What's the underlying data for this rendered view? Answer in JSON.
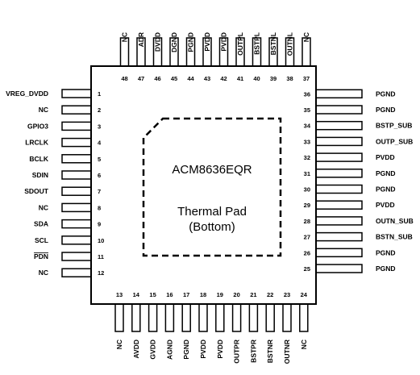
{
  "chip": {
    "part_number": "ACM8636EQR",
    "thermal_pad_line1": "Thermal Pad",
    "thermal_pad_line2": "(Bottom)"
  },
  "pins": {
    "left": [
      {
        "n": "1",
        "name": "VREG_DVDD"
      },
      {
        "n": "2",
        "name": "NC"
      },
      {
        "n": "3",
        "name": "GPIO3"
      },
      {
        "n": "4",
        "name": "LRCLK"
      },
      {
        "n": "5",
        "name": "BCLK"
      },
      {
        "n": "6",
        "name": "SDIN"
      },
      {
        "n": "7",
        "name": "SDOUT"
      },
      {
        "n": "8",
        "name": "NC"
      },
      {
        "n": "9",
        "name": "SDA"
      },
      {
        "n": "10",
        "name": "SCL"
      },
      {
        "n": "11",
        "name": "PDN",
        "overline": true
      },
      {
        "n": "12",
        "name": "NC"
      }
    ],
    "bottom": [
      {
        "n": "13",
        "name": "NC"
      },
      {
        "n": "14",
        "name": "AVDD"
      },
      {
        "n": "15",
        "name": "GVDD"
      },
      {
        "n": "16",
        "name": "AGND"
      },
      {
        "n": "17",
        "name": "PGND"
      },
      {
        "n": "18",
        "name": "PVDD"
      },
      {
        "n": "19",
        "name": "PVDD"
      },
      {
        "n": "20",
        "name": "OUTPR"
      },
      {
        "n": "21",
        "name": "BSTPR"
      },
      {
        "n": "22",
        "name": "BSTNR"
      },
      {
        "n": "23",
        "name": "OUTNR"
      },
      {
        "n": "24",
        "name": "NC"
      }
    ],
    "right": [
      {
        "n": "25",
        "name": "PGND"
      },
      {
        "n": "26",
        "name": "PGND"
      },
      {
        "n": "27",
        "name": "BSTN_SUB"
      },
      {
        "n": "28",
        "name": "OUTN_SUB"
      },
      {
        "n": "29",
        "name": "PVDD"
      },
      {
        "n": "30",
        "name": "PGND"
      },
      {
        "n": "31",
        "name": "PGND"
      },
      {
        "n": "32",
        "name": "PVDD"
      },
      {
        "n": "33",
        "name": "OUTP_SUB"
      },
      {
        "n": "34",
        "name": "BSTP_SUB"
      },
      {
        "n": "35",
        "name": "PGND"
      },
      {
        "n": "36",
        "name": "PGND"
      }
    ],
    "top": [
      {
        "n": "37",
        "name": "NC"
      },
      {
        "n": "38",
        "name": "OUTNL"
      },
      {
        "n": "39",
        "name": "BSTNL"
      },
      {
        "n": "40",
        "name": "BSTPL"
      },
      {
        "n": "41",
        "name": "OUTPL"
      },
      {
        "n": "42",
        "name": "PVDD"
      },
      {
        "n": "43",
        "name": "PVDD"
      },
      {
        "n": "44",
        "name": "PGND"
      },
      {
        "n": "45",
        "name": "DGND"
      },
      {
        "n": "46",
        "name": "DVDD"
      },
      {
        "n": "47",
        "name": "ADR"
      },
      {
        "n": "48",
        "name": "NC"
      }
    ]
  }
}
